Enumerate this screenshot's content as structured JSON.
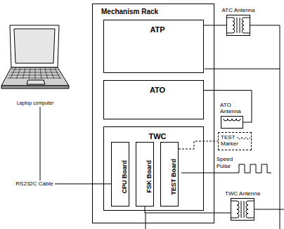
{
  "diagram": {
    "nodes": [
      {
        "text": [
          "Laptop computer"
        ]
      },
      {
        "text": [
          "Mechanism Rack"
        ]
      },
      {
        "text": [
          "ATP"
        ],
        "in": 1
      },
      {
        "text": [
          "ATO"
        ],
        "in": 1
      },
      {
        "text": [
          "TWC"
        ],
        "in": 1
      },
      {
        "text": [
          "CPU Board"
        ],
        "in": 4
      },
      {
        "text": [
          "FSK Board"
        ],
        "in": 4
      },
      {
        "text": [
          "TEST Board"
        ],
        "in": 4
      },
      {
        "text": [
          "ATC Antenna"
        ]
      },
      {
        "text": [
          "ATO Antenna"
        ]
      },
      {
        "text": [
          "TEST Marker"
        ]
      },
      {
        "text": [
          "TWC Antenna"
        ]
      }
    ],
    "edges": [
      {
        "from": 0,
        "to": 5,
        "label": "RS232C Cable",
        "arrow": "none"
      },
      {
        "from": 2,
        "to": 8,
        "arrow": "none"
      },
      {
        "from": 3,
        "to": 9,
        "arrow": "none"
      },
      {
        "from": 7,
        "to": 10,
        "arrow": "none"
      },
      {
        "from": 6,
        "to": 11,
        "arrow": "none"
      }
    ],
    "labels": [
      "Speed Pulse"
    ]
  }
}
